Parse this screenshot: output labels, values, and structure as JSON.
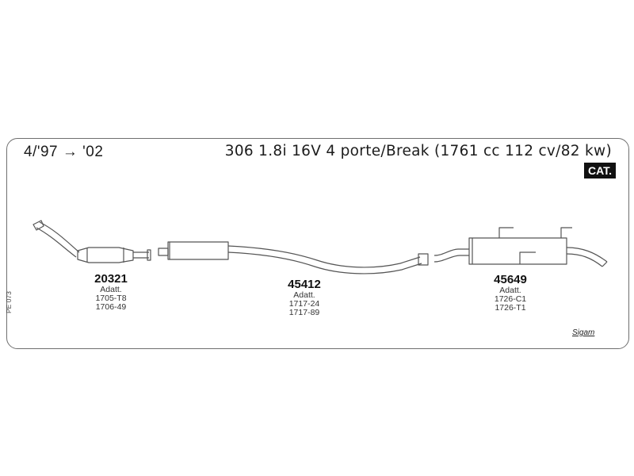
{
  "header": {
    "years": "4/'97 → '02",
    "model": "306 1.8i 16V 4 porte/Break (1761 cc 112 cv/82 kw)",
    "badge": "CAT."
  },
  "parts": [
    {
      "code": "20321",
      "note": "Adatt.",
      "refs": [
        "1705-T8",
        "1706-49"
      ]
    },
    {
      "code": "45412",
      "note": "Adatt.",
      "refs": [
        "1717-24",
        "1717-89"
      ]
    },
    {
      "code": "45649",
      "note": "Adatt.",
      "refs": [
        "1726-C1",
        "1726-T1"
      ]
    }
  ],
  "footer": {
    "side_code": "PE 073",
    "brand": "Sigam"
  },
  "colors": {
    "line": "#555555",
    "badge_bg": "#111111"
  }
}
